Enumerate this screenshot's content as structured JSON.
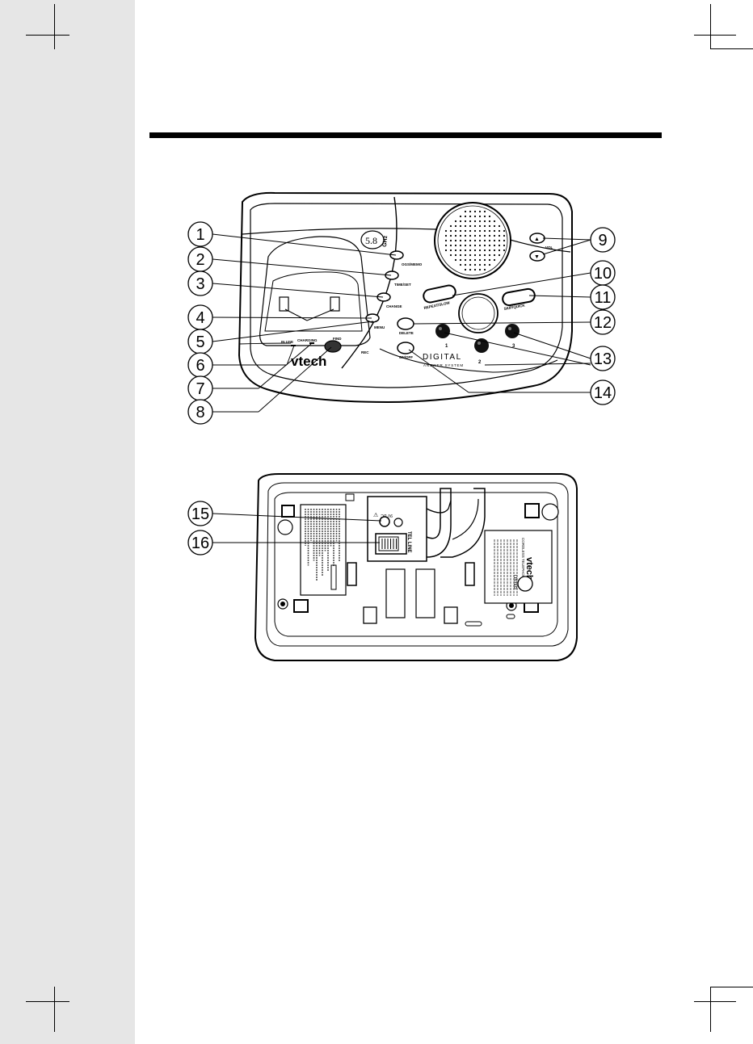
{
  "brand": {
    "logo_text": "vtech",
    "frequency_value": "5.8",
    "frequency_unit": "GHz",
    "system_label_line1": "DIGITAL",
    "system_label_line2": "ANSWER SYSTEM"
  },
  "top_view": {
    "button_labels": {
      "ogs_memo": "OGS/MEMO",
      "time_set": "TIME/SET",
      "change": "CHANGE",
      "menu": "MENU",
      "in_use": "IN USE",
      "charging": "CHARGING",
      "find": "FIND",
      "rec": "REC",
      "vol": "VOL",
      "repeat_slow": "REPEAT/SLOW",
      "skip_quick": "SKIP/QUICK",
      "delete": "DELETE",
      "on_off": "ON/OFF",
      "speed_dial_1": "1",
      "speed_dial_2": "2",
      "speed_dial_3": "3"
    },
    "callouts": [
      "1",
      "2",
      "3",
      "4",
      "5",
      "6",
      "7",
      "8",
      "9",
      "10",
      "11",
      "12",
      "13",
      "14"
    ]
  },
  "bottom_view": {
    "jack_labels": {
      "power": "9V DC",
      "tel_line": "TEL LINE"
    },
    "sticker": {
      "brand": "vtech",
      "line1": "CORDLESS TELEPHONE",
      "listed": "LISTED"
    },
    "callouts": [
      "15",
      "16"
    ]
  }
}
